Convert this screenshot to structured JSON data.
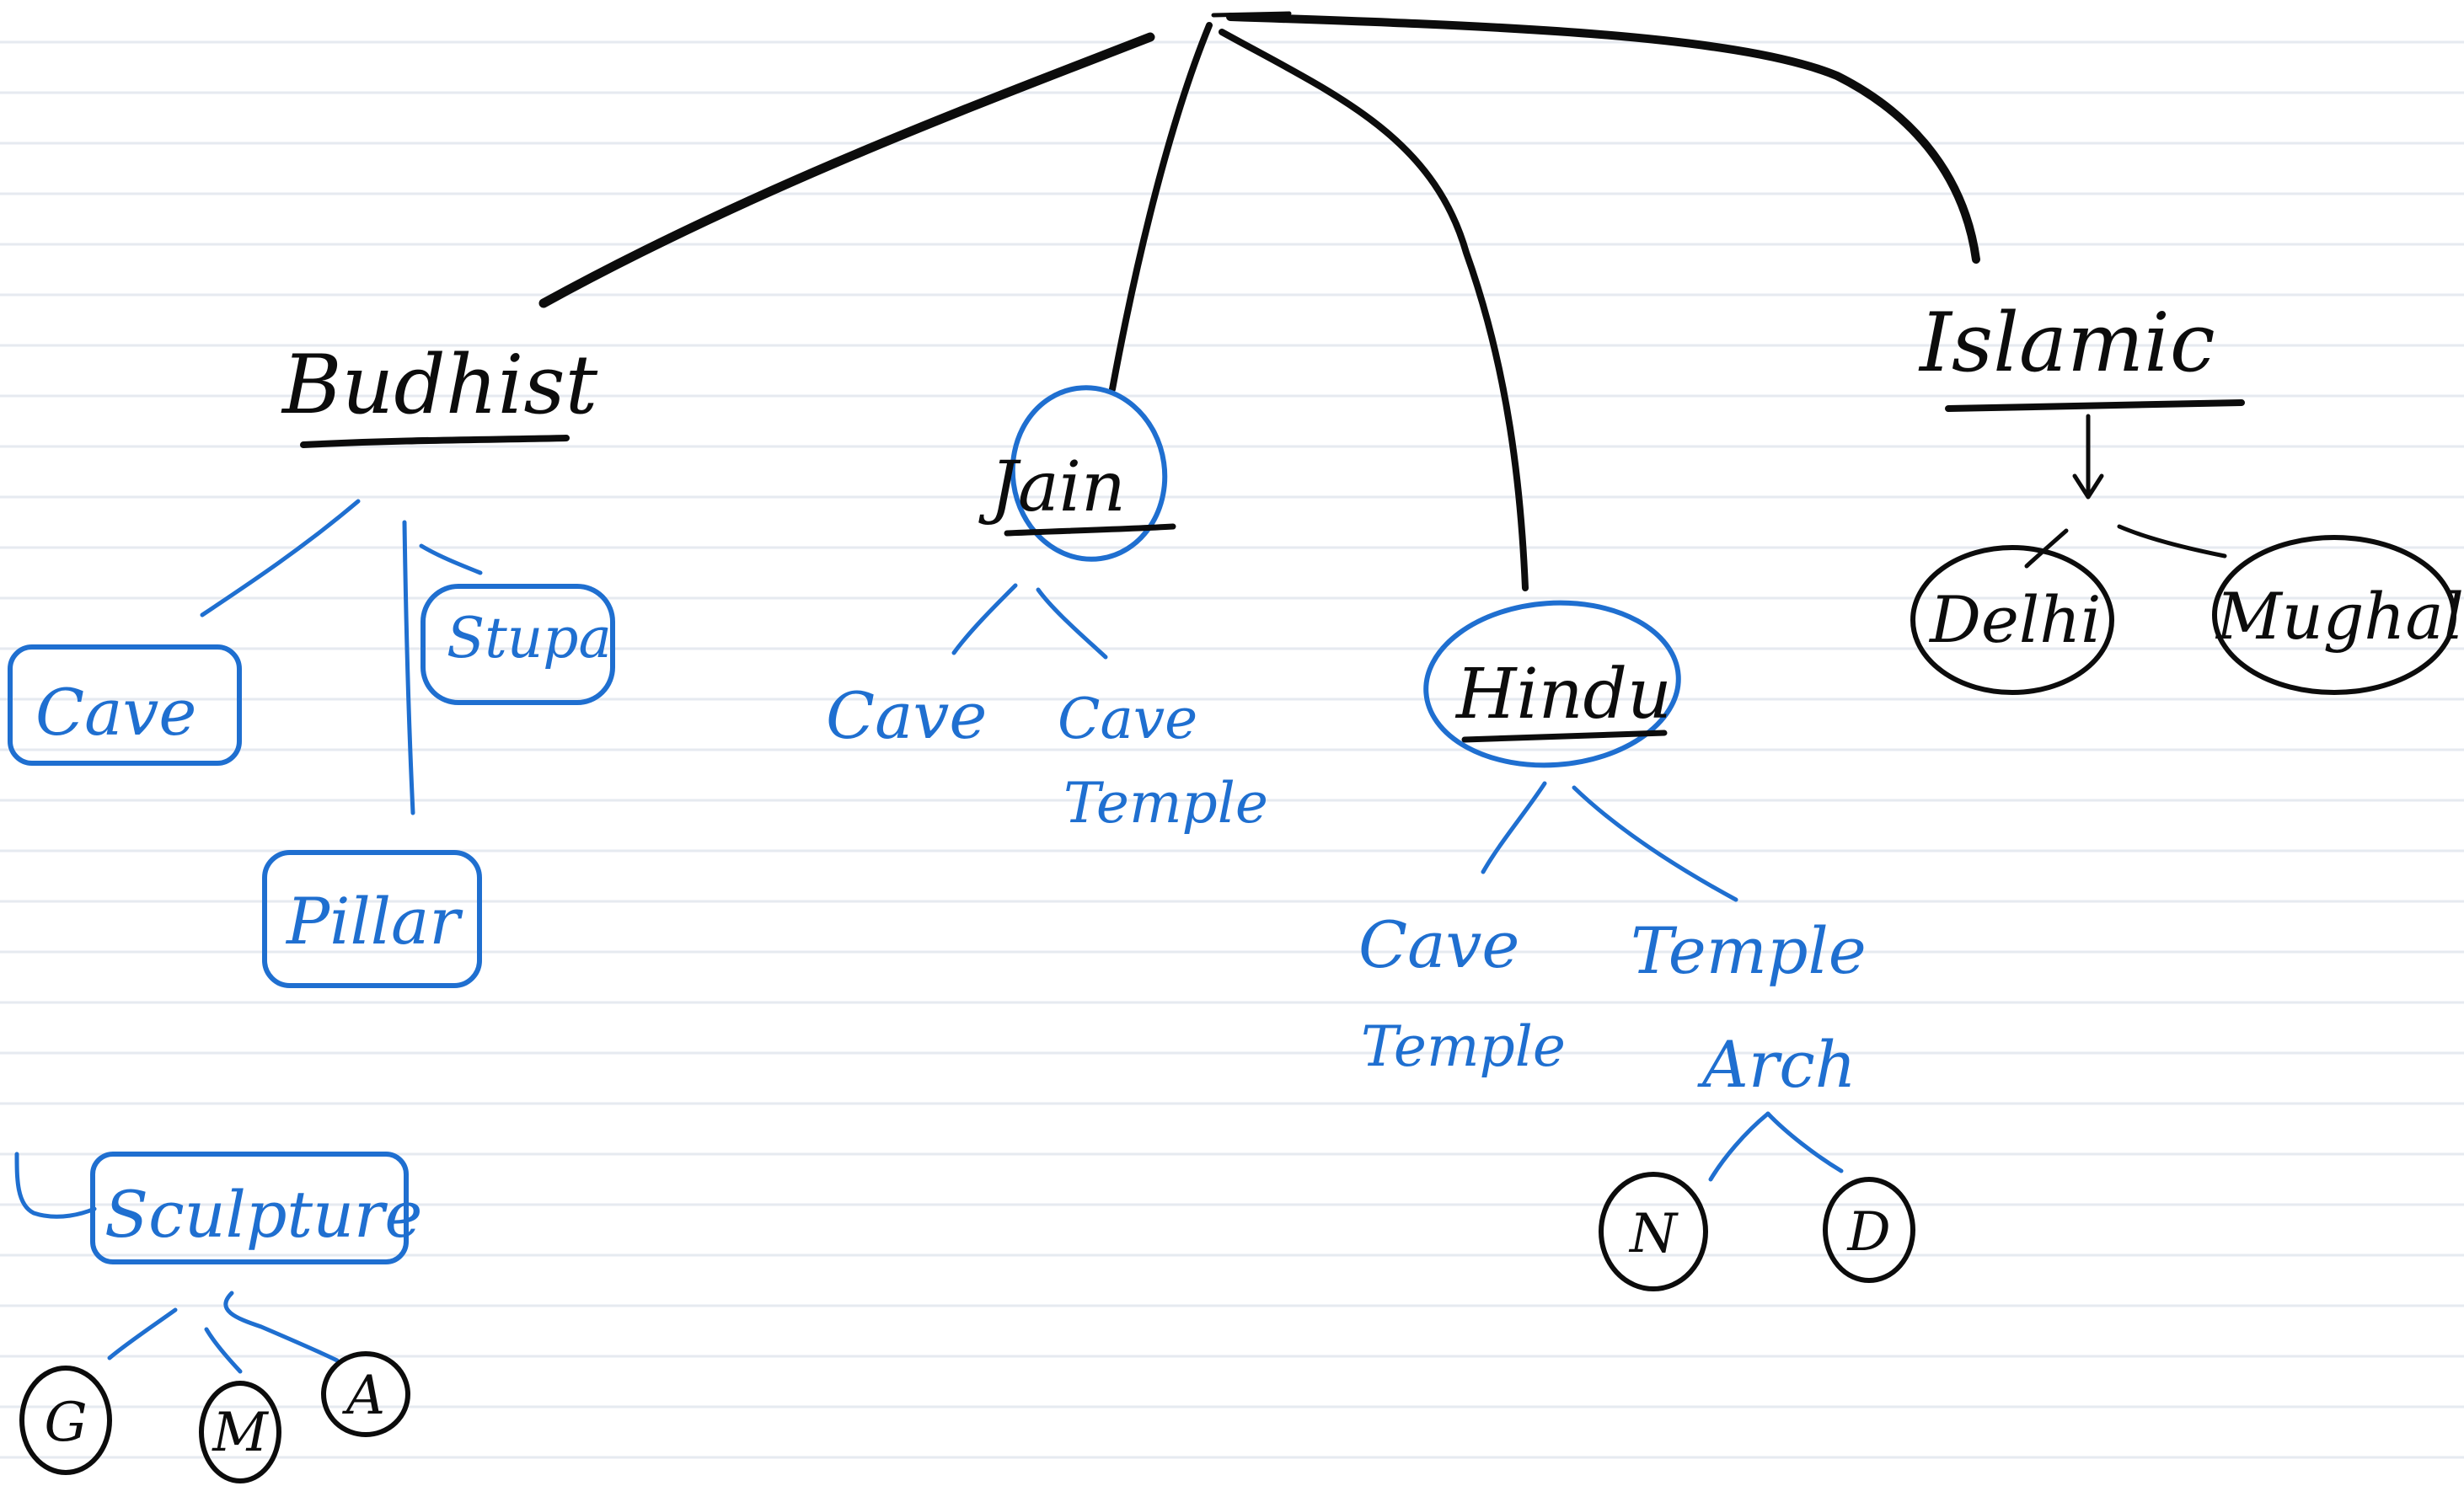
{
  "colors": {
    "ink_black": "#0c0c0c",
    "ink_blue": "#1f6fd0",
    "paper": "#ffffff",
    "rule_line": "#e6eaf0"
  },
  "tree": {
    "buddhist": {
      "label": "Budhist",
      "cave": "Cave",
      "stupa": "Stupa",
      "pillar": "Pillar",
      "sculpture": "Sculpture",
      "sculpture_children": [
        "G",
        "M",
        "A"
      ]
    },
    "jain": {
      "label": "Jain",
      "cave": "Cave",
      "cave_temple": [
        "Cave",
        "Temple"
      ]
    },
    "hindu": {
      "label": "Hindu",
      "cave_temple": [
        "Cave",
        "Temple"
      ],
      "temple_arch": [
        "Temple",
        "Arch"
      ],
      "arch_children": [
        "N",
        "D"
      ]
    },
    "islamic": {
      "label": "Islamic",
      "delhi": "Delhi",
      "mughal": "Mughal"
    }
  }
}
